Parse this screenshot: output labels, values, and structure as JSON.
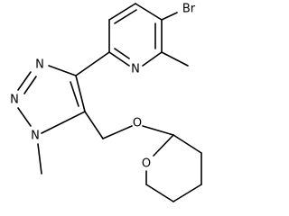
{
  "molecule": {
    "atoms": [
      {
        "id": "br",
        "label": "Br"
      },
      {
        "id": "n_pyridine",
        "label": "N"
      },
      {
        "id": "n_triazole_top",
        "label": "N"
      },
      {
        "id": "n_triazole_mid",
        "label": "N"
      },
      {
        "id": "n_triazole_methyl",
        "label": "N"
      },
      {
        "id": "o_ether",
        "label": "O"
      },
      {
        "id": "o_ring",
        "label": "O"
      }
    ]
  }
}
